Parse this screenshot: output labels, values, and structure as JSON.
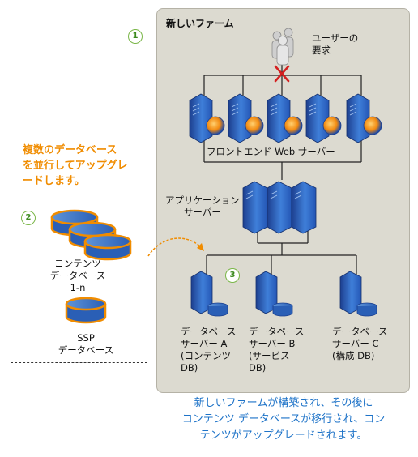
{
  "farm": {
    "title": "新しいファーム",
    "step1": "1",
    "user_label_1": "ユーザーの",
    "user_label_2": "要求",
    "frontend_label": "フロントエンド Web サーバー",
    "app_label_1": "アプリケーション",
    "app_label_2": "サーバー",
    "step3": "3",
    "db_a": [
      "データベース",
      "サーバー A",
      "(コンテンツ",
      "DB)"
    ],
    "db_b": [
      "データベース",
      "サーバー B",
      "(サービス",
      "DB)"
    ],
    "db_c": [
      "データベース",
      "サーバー C",
      "(構成 DB)"
    ]
  },
  "note_orange": [
    "複数のデータベース",
    "を並行してアップグレ",
    "ードします。"
  ],
  "old": {
    "step2": "2",
    "content_db": [
      "コンテンツ",
      "データベース",
      "1-n"
    ],
    "ssp_db": [
      "SSP",
      "データベース"
    ]
  },
  "caption": [
    "新しいファームが構築され、その後に",
    "コンテンツ データベースが移行され、コン",
    "テンツがアップグレードされます。"
  ],
  "colors": {
    "accent_orange": "#f08c00",
    "caption_blue": "#1e73c8",
    "step_green": "#7ab648",
    "farm_bg": "#dcdad0",
    "block_x": "#d42020"
  },
  "icons": [
    "users-icon",
    "blocked-x-icon",
    "web-server-globe-icon",
    "app-server-icon",
    "database-server-icon",
    "database-icon"
  ]
}
